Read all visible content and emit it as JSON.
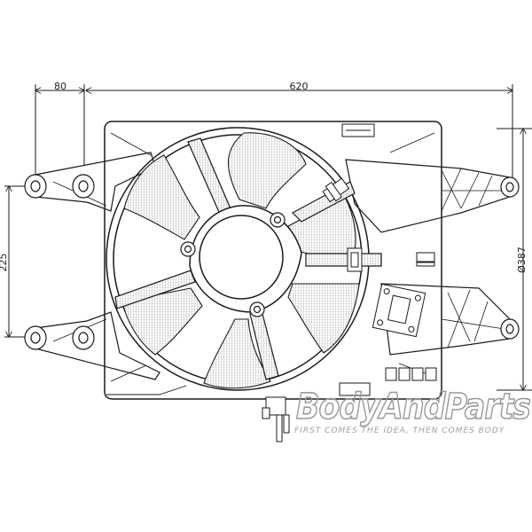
{
  "dimensions": {
    "top_left": "80",
    "top_main": "620",
    "left_height": "225",
    "right_diameter": "Ø387"
  },
  "watermark": {
    "brand": "BodyAndParts",
    "tagline": "FIRST COMES THE IDEA, THEN COMES BODY"
  },
  "colors": {
    "line": "#1a1a1a",
    "hatch": "#9a9a9a",
    "watermark": "#9a9a9a"
  }
}
